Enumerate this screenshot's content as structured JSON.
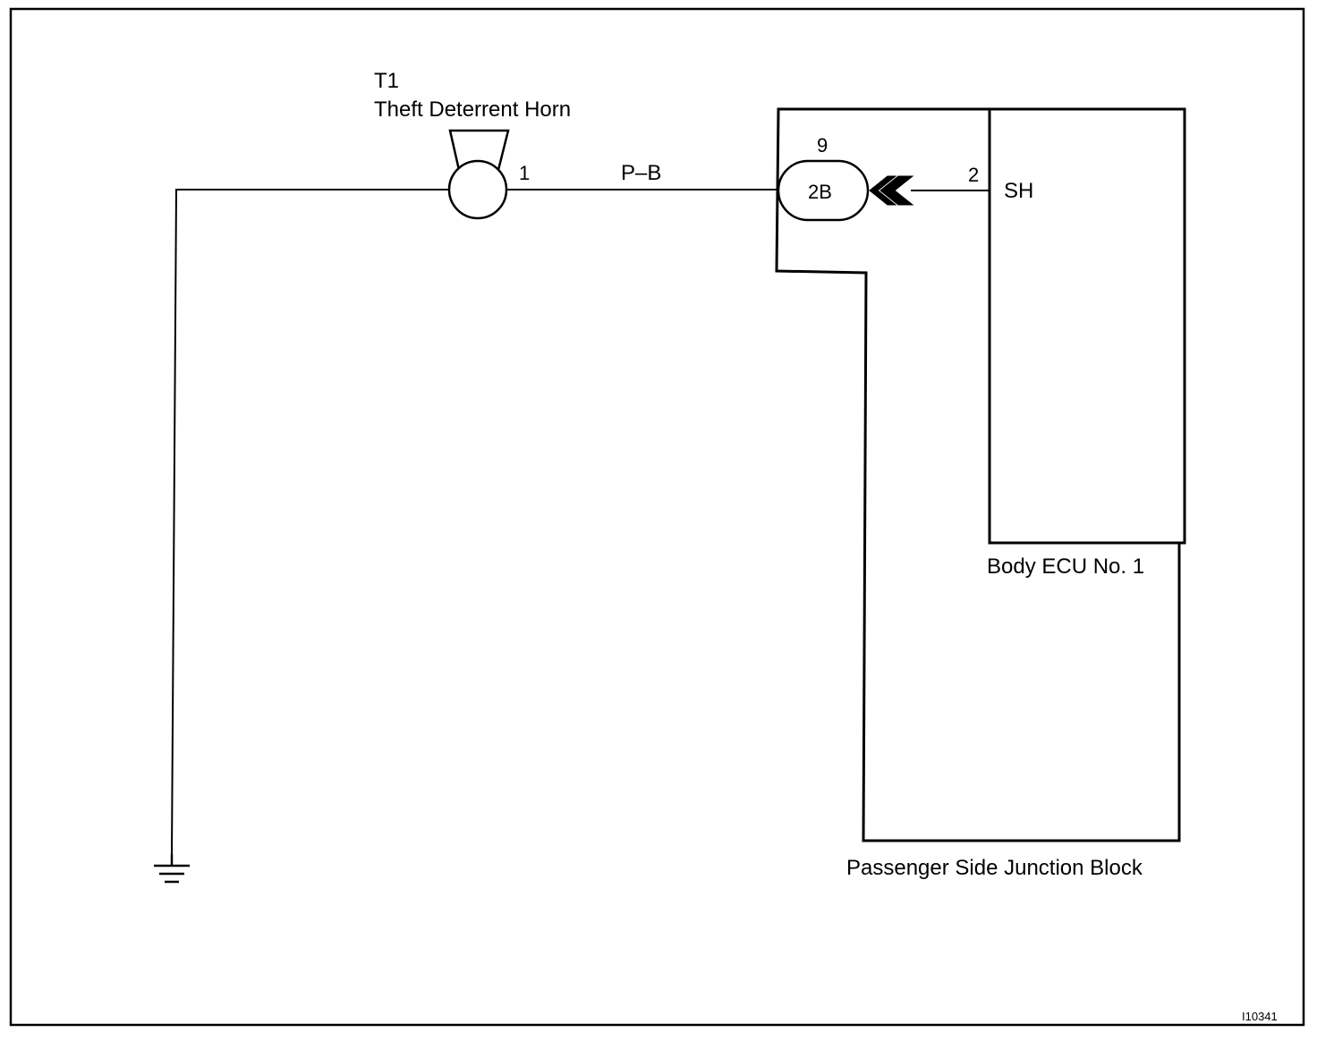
{
  "horn": {
    "ref": "T1",
    "name": "Theft Deterrent Horn",
    "pin": "1",
    "icon": "horn-icon"
  },
  "wire": {
    "color_code": "P–B"
  },
  "junction_connector": {
    "pin": "9",
    "code": "2B"
  },
  "ecu": {
    "pin": "2",
    "terminal": "SH",
    "name": "Body ECU No. 1"
  },
  "junction_block": {
    "name": "Passenger Side Junction Block"
  },
  "ground": {
    "icon": "ground-icon"
  },
  "figure_id": "I10341"
}
